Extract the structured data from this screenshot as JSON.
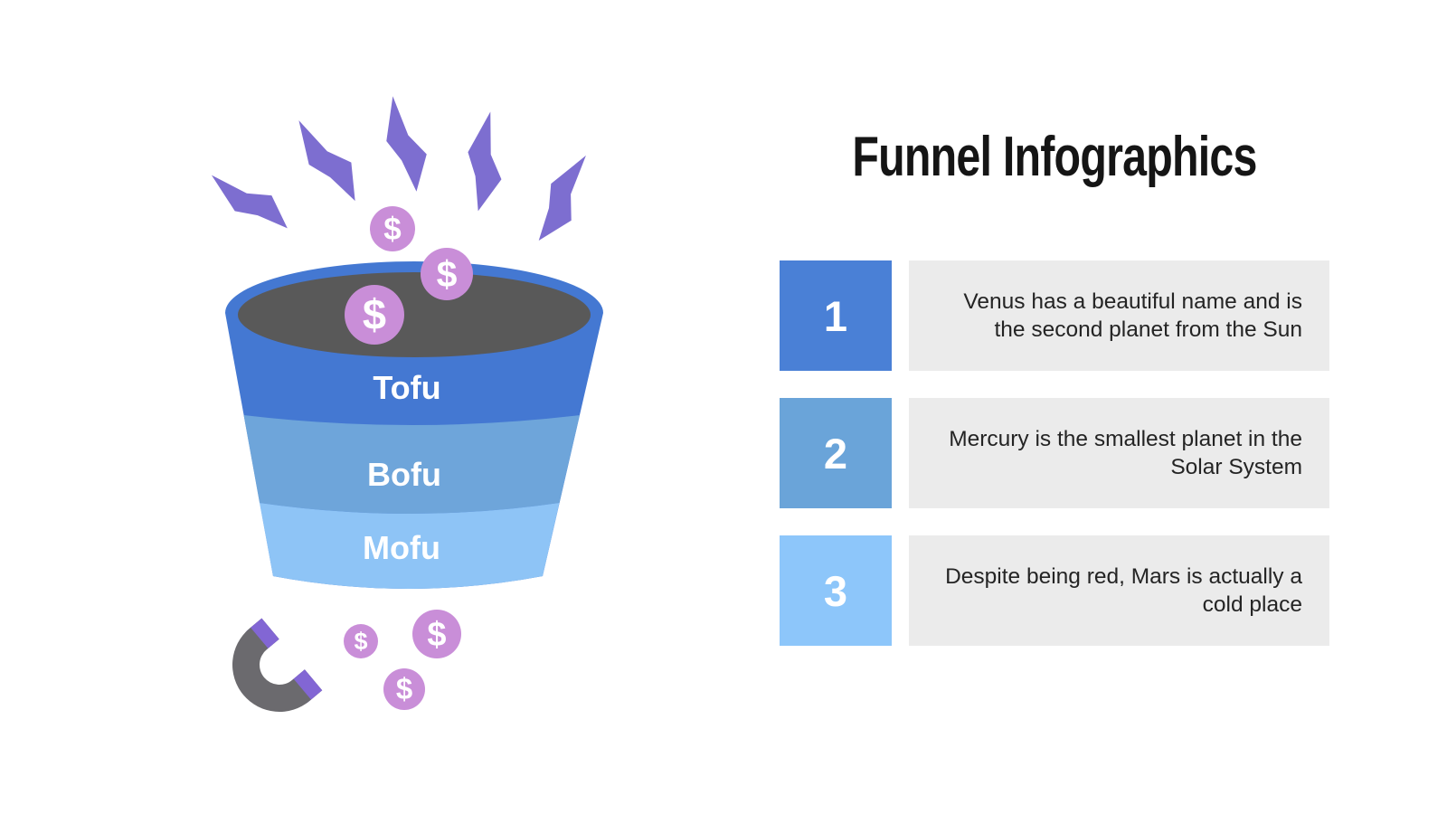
{
  "slide": {
    "title": "Funnel Infographics",
    "background_color": "#ffffff"
  },
  "funnel": {
    "stages": [
      {
        "label": "Tofu",
        "color": "#4478d2"
      },
      {
        "label": "Bofu",
        "color": "#6ea5da"
      },
      {
        "label": "Mofu",
        "color": "#8ec4f6"
      }
    ],
    "coin_symbol": "$",
    "coin_count": 6,
    "lightning_bolt_count": 5,
    "colors": {
      "rim_blue": "#3f7cd9",
      "funnel_interior": "#595959",
      "coin": "#c98ed8",
      "lightning": "#7d6ed0",
      "magnet_body": "#6b6a6e",
      "magnet_tip": "#8266d4",
      "label_text": "#ffffff"
    }
  },
  "items": [
    {
      "number": "1",
      "color": "#4a80d6",
      "text": "Venus has a beautiful name and is the second planet from the Sun"
    },
    {
      "number": "2",
      "color": "#6aa4d9",
      "text": "Mercury is the smallest planet in the Solar System"
    },
    {
      "number": "3",
      "color": "#8dc6fa",
      "text": "Despite being red, Mars is actually a cold place"
    }
  ]
}
